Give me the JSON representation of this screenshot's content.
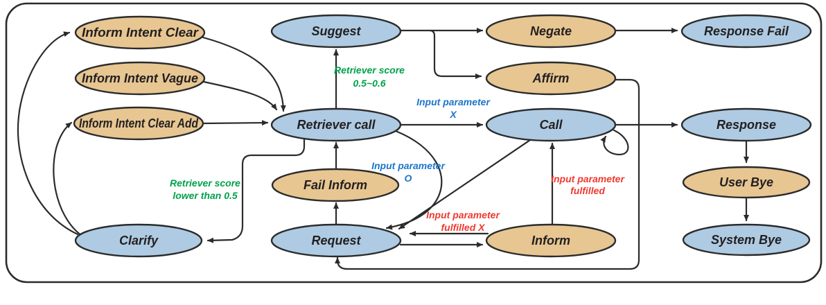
{
  "diagram": {
    "colors": {
      "node_blue": "#aecbe3",
      "node_tan": "#e7c692",
      "stroke": "#2b2b2b",
      "node_text": "#231f20",
      "label_green": "#00a14b",
      "label_blue": "#1b75c9",
      "label_red": "#f0392f"
    },
    "nodes": {
      "inform_intent_clear": {
        "label": "Inform Intent Clear"
      },
      "inform_intent_vague": {
        "label": "Inform Intent Vague"
      },
      "inform_intent_clear_add": {
        "label": "Inform Intent Clear Add"
      },
      "clarify": {
        "label": "Clarify"
      },
      "suggest": {
        "label": "Suggest"
      },
      "retriever_call": {
        "label": "Retriever call"
      },
      "fail_inform": {
        "label": "Fail Inform"
      },
      "request": {
        "label": "Request"
      },
      "negate": {
        "label": "Negate"
      },
      "affirm": {
        "label": "Affirm"
      },
      "call": {
        "label": "Call"
      },
      "inform": {
        "label": "Inform"
      },
      "response_fail": {
        "label": "Response Fail"
      },
      "response": {
        "label": "Response"
      },
      "user_bye": {
        "label": "User Bye"
      },
      "system_bye": {
        "label": "System Bye"
      }
    },
    "edge_labels": {
      "retriever_score_mid": {
        "line1": "Retriever score",
        "line2": "0.5~0.6"
      },
      "retriever_score_low": {
        "line1": "Retriever score",
        "line2": "lower than 0.5"
      },
      "input_param_x": {
        "line1": "Input parameter",
        "line2": "X"
      },
      "input_param_o": {
        "line1": "Input parameter",
        "line2": "O"
      },
      "input_param_fulfilled": {
        "line1": "Input parameter",
        "line2": "fulfilled"
      },
      "input_param_fulfilled_x": {
        "line1": "Input parameter",
        "line2": "fulfilled X"
      }
    }
  }
}
